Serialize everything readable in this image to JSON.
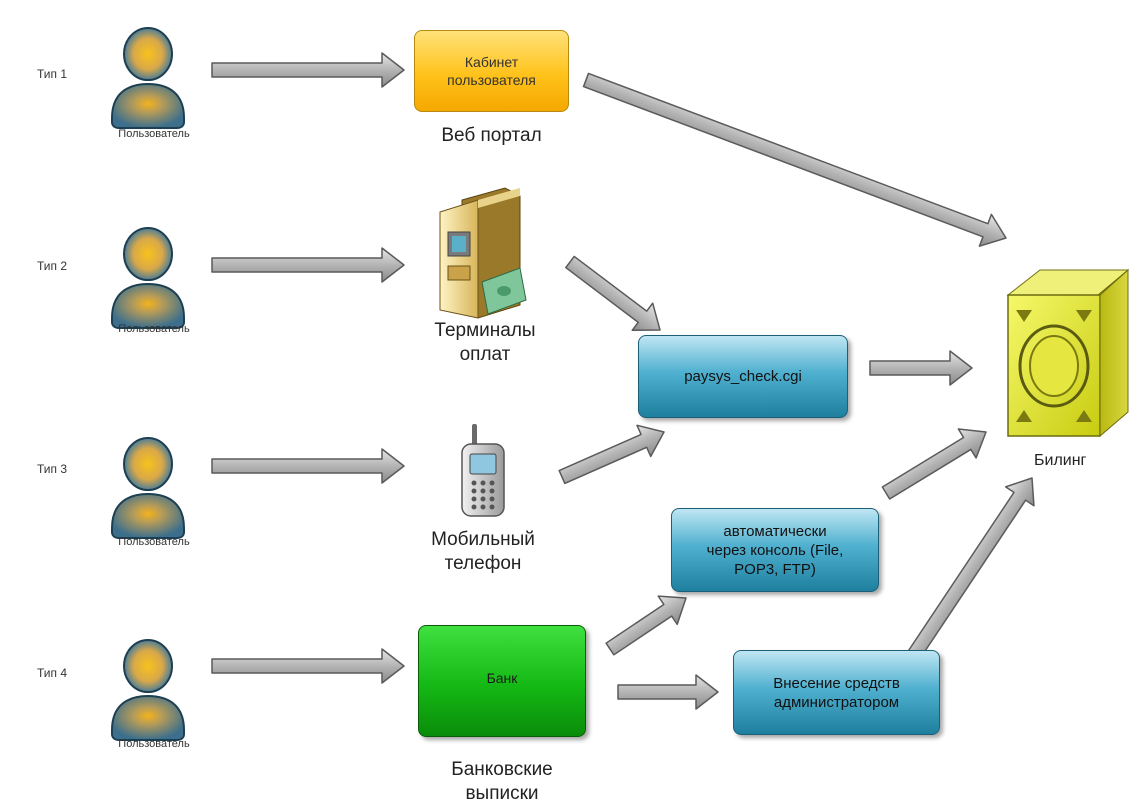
{
  "users": [
    {
      "type_label": "Тип 1",
      "caption": "Пользователь"
    },
    {
      "type_label": "Тип 2",
      "caption": "Пользователь"
    },
    {
      "type_label": "Тип 3",
      "caption": "Пользователь"
    },
    {
      "type_label": "Тип 4",
      "caption": "Пользователь"
    }
  ],
  "cabinet": {
    "line1": "Кабинет",
    "line2": "пользователя",
    "caption": "Веб портал"
  },
  "terminals": {
    "line1": "Терминалы",
    "line2": "оплат"
  },
  "mobile": {
    "line1": "Мобильный",
    "line2": "телефон"
  },
  "bank": {
    "label": "Банк",
    "line1": "Банковские",
    "line2": "выписки"
  },
  "paysys": {
    "label": "paysys_check.cgi"
  },
  "auto": {
    "line1": "автоматически",
    "line2": "через консоль (File,",
    "line3": "POP3, FTP)"
  },
  "admin": {
    "line1": "Внесение средств",
    "line2": "администратором"
  },
  "billing": {
    "label": "Билинг"
  },
  "colors": {
    "cabinet": "#ffc21a",
    "process_box": "#3aa3c4",
    "bank": "#14b814",
    "billing_server": "#e6e61a",
    "arrow": "#a8a8a8",
    "user_body": "#3d6f8c",
    "user_glow": "#f3b21c"
  }
}
